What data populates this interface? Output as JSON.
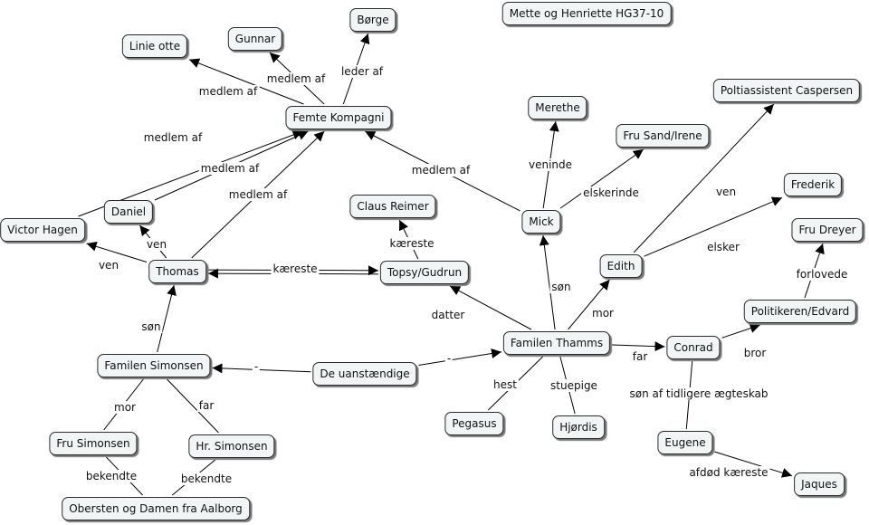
{
  "colors": {
    "node_fill": "#f1f5f6",
    "node_border": "#2b2b2b",
    "line": "#000000"
  },
  "nodes": [
    {
      "id": "mette",
      "label": "Mette og Henriette HG37-10"
    },
    {
      "id": "borge",
      "label": "Børge"
    },
    {
      "id": "gunnar",
      "label": "Gunnar"
    },
    {
      "id": "linie",
      "label": "Linie otte"
    },
    {
      "id": "femte",
      "label": "Femte Kompagni"
    },
    {
      "id": "merethe",
      "label": "Merethe"
    },
    {
      "id": "poltiassistent",
      "label": "Poltiassistent Caspersen"
    },
    {
      "id": "frusand",
      "label": "Fru Sand/Irene"
    },
    {
      "id": "frederik",
      "label": "Frederik"
    },
    {
      "id": "frudreyer",
      "label": "Fru Dreyer"
    },
    {
      "id": "victor",
      "label": "Victor Hagen"
    },
    {
      "id": "daniel",
      "label": "Daniel"
    },
    {
      "id": "claus",
      "label": "Claus Reimer"
    },
    {
      "id": "mick",
      "label": "Mick"
    },
    {
      "id": "edith",
      "label": "Edith"
    },
    {
      "id": "thomas",
      "label": "Thomas"
    },
    {
      "id": "topsy",
      "label": "Topsy/Gudrun"
    },
    {
      "id": "politikeren",
      "label": "Politikeren/Edvard"
    },
    {
      "id": "thamms",
      "label": "Familen Thamms"
    },
    {
      "id": "conrad",
      "label": "Conrad"
    },
    {
      "id": "simonsen",
      "label": "Familen Simonsen"
    },
    {
      "id": "uanstaendige",
      "label": "De uanstændige"
    },
    {
      "id": "pegasus",
      "label": "Pegasus"
    },
    {
      "id": "hjordis",
      "label": "Hjørdis"
    },
    {
      "id": "frusimonsen",
      "label": "Fru Simonsen"
    },
    {
      "id": "hrsimonsen",
      "label": "Hr. Simonsen"
    },
    {
      "id": "eugene",
      "label": "Eugene"
    },
    {
      "id": "jaques",
      "label": "Jaques"
    },
    {
      "id": "obersten",
      "label": "Obersten og Damen fra Aalborg"
    }
  ],
  "edges": [
    {
      "from": "femte",
      "to": "linie",
      "label": "medlem af"
    },
    {
      "from": "femte",
      "to": "gunnar",
      "label": "medlem af"
    },
    {
      "from": "femte",
      "to": "borge",
      "label": "leder af"
    },
    {
      "from": "victor",
      "to": "femte",
      "label": "medlem af"
    },
    {
      "from": "daniel",
      "to": "femte",
      "label": "medlem af"
    },
    {
      "from": "thomas",
      "to": "femte",
      "label": "medlem af"
    },
    {
      "from": "mick",
      "to": "femte",
      "label": "medlem af"
    },
    {
      "from": "mick",
      "to": "merethe",
      "label": "veninde"
    },
    {
      "from": "mick",
      "to": "frusand",
      "label": "elskerinde"
    },
    {
      "from": "edith",
      "to": "poltiassistent",
      "label": "ven"
    },
    {
      "from": "edith",
      "to": "frederik",
      "label": "elsker"
    },
    {
      "from": "politikeren",
      "to": "frudreyer",
      "label": "forlovede"
    },
    {
      "from": "thomas",
      "to": "victor",
      "label": "ven"
    },
    {
      "from": "thomas",
      "to": "daniel",
      "label": "ven"
    },
    {
      "from": "thomas",
      "to": "topsy",
      "label": "kæreste"
    },
    {
      "from": "topsy",
      "to": "thomas",
      "label": ""
    },
    {
      "from": "topsy",
      "to": "claus",
      "label": "kæreste"
    },
    {
      "from": "thamms",
      "to": "mick",
      "label": "søn"
    },
    {
      "from": "thamms",
      "to": "edith",
      "label": "mor"
    },
    {
      "from": "thamms",
      "to": "topsy",
      "label": "datter"
    },
    {
      "from": "thamms",
      "to": "conrad",
      "label": "far"
    },
    {
      "from": "conrad",
      "to": "politikeren",
      "label": "bror"
    },
    {
      "from": "uanstaendige",
      "to": "thamms",
      "label": "-"
    },
    {
      "from": "uanstaendige",
      "to": "simonsen",
      "label": "-"
    },
    {
      "from": "simonsen",
      "to": "thomas",
      "label": "søn"
    },
    {
      "from": "thamms",
      "to": "pegasus",
      "label": "hest",
      "noarrow": true
    },
    {
      "from": "thamms",
      "to": "hjordis",
      "label": "stuepige",
      "noarrow": true
    },
    {
      "from": "simonsen",
      "to": "frusimonsen",
      "label": "mor",
      "noarrow": true
    },
    {
      "from": "simonsen",
      "to": "hrsimonsen",
      "label": "far",
      "noarrow": true
    },
    {
      "from": "frusimonsen",
      "to": "obersten",
      "label": "bekendte",
      "noarrow": true
    },
    {
      "from": "hrsimonsen",
      "to": "obersten",
      "label": "bekendte",
      "noarrow": true
    },
    {
      "from": "conrad",
      "to": "eugene",
      "label": "søn af tidligere ægteskab",
      "noarrow": true
    },
    {
      "from": "eugene",
      "to": "jaques",
      "label": "afdød kæreste"
    }
  ]
}
